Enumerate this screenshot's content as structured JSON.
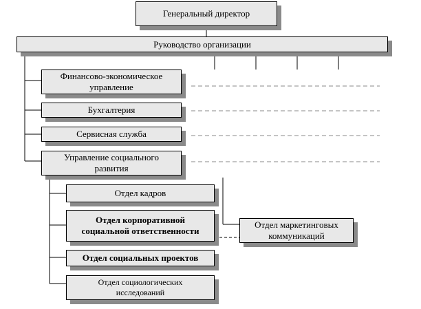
{
  "boxes": {
    "ceo": "Генеральный директор",
    "management": "Руководство организации",
    "finance": "Финансово-экономическое\nуправление",
    "accounting": "Бухгалтерия",
    "service": "Сервисная служба",
    "social_dev": "Управление социального\nразвития",
    "hr": "Отдел кадров",
    "csr": "Отдел корпоративной\nсоциальной  ответственности",
    "social_projects": "Отдел социальных проектов",
    "sociology": "Отдел социологических\nисследований",
    "marketing": "Отдел маркетинговых\nкоммуникаций"
  }
}
